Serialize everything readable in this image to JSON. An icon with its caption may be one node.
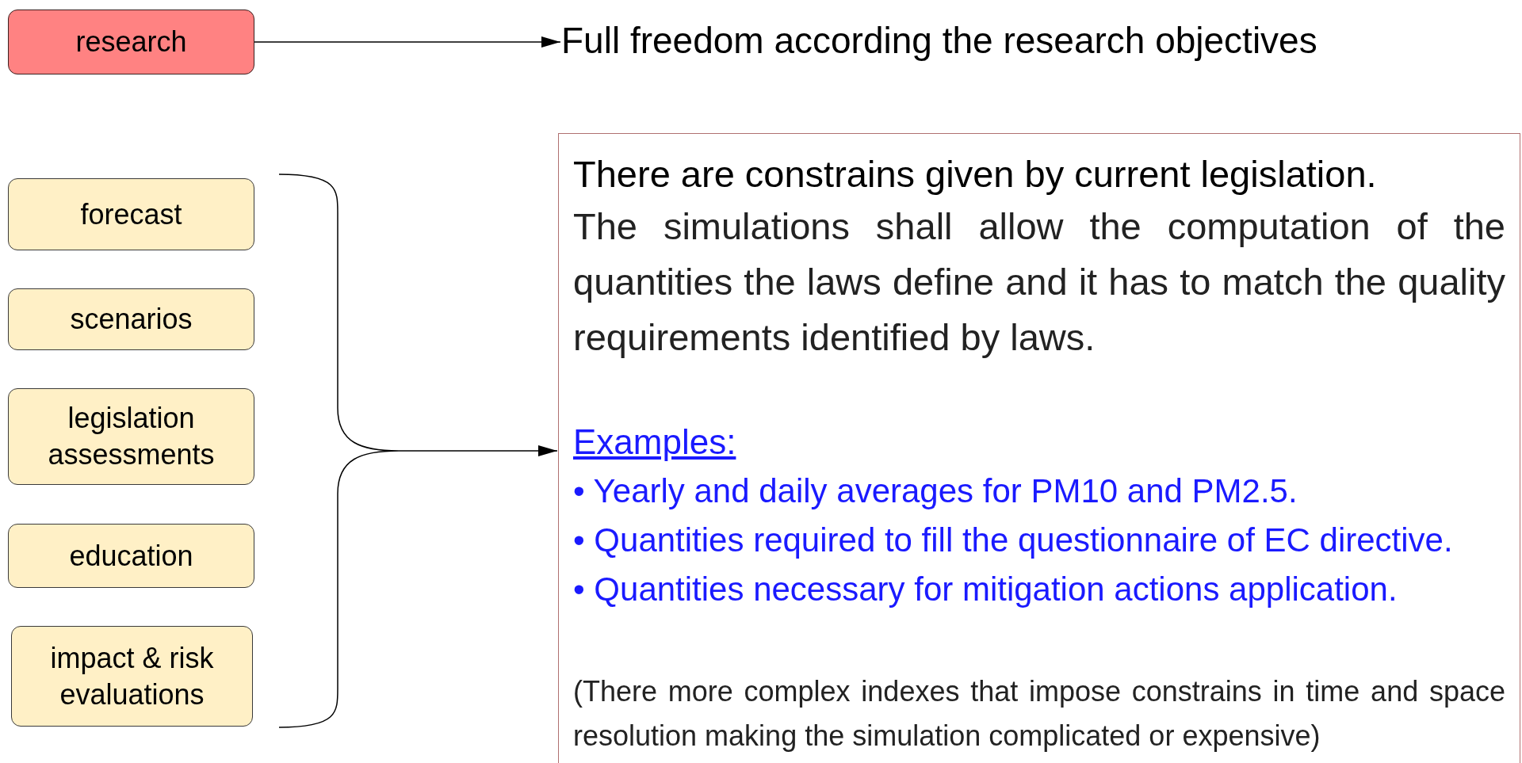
{
  "diagram": {
    "nodes": [
      {
        "text": [
          "research"
        ]
      },
      {
        "text": [
          "Full freedom according the research objectives"
        ]
      },
      {
        "text": [
          "forecast"
        ]
      },
      {
        "text": [
          "scenarios"
        ]
      },
      {
        "text": [
          "legislation assessments"
        ]
      },
      {
        "text": [
          "education"
        ]
      },
      {
        "text": [
          "impact & risk evaluations"
        ]
      },
      {
        "text": [],
        "shape": "brace"
      },
      {
        "text": [
          "There are constrains given by current legislation.",
          "The simulations shall allow the computation of the quantities the laws define and it has to match the quality requirements identified by laws.",
          "Examples:",
          "• Yearly and daily averages for PM10 and PM2.5.",
          "• Quantities required to fill the questionnaire of EC directive.",
          "• Quantities necessary for mitigation actions application.",
          "(There more complex indexes that impose constrains in time and space resolution making the simulation complicated or expensive)"
        ]
      }
    ],
    "edges": [
      {
        "from": 0,
        "to": 1,
        "arrow": "to"
      },
      {
        "from": 7,
        "to": 8,
        "arrow": "to"
      }
    ]
  }
}
